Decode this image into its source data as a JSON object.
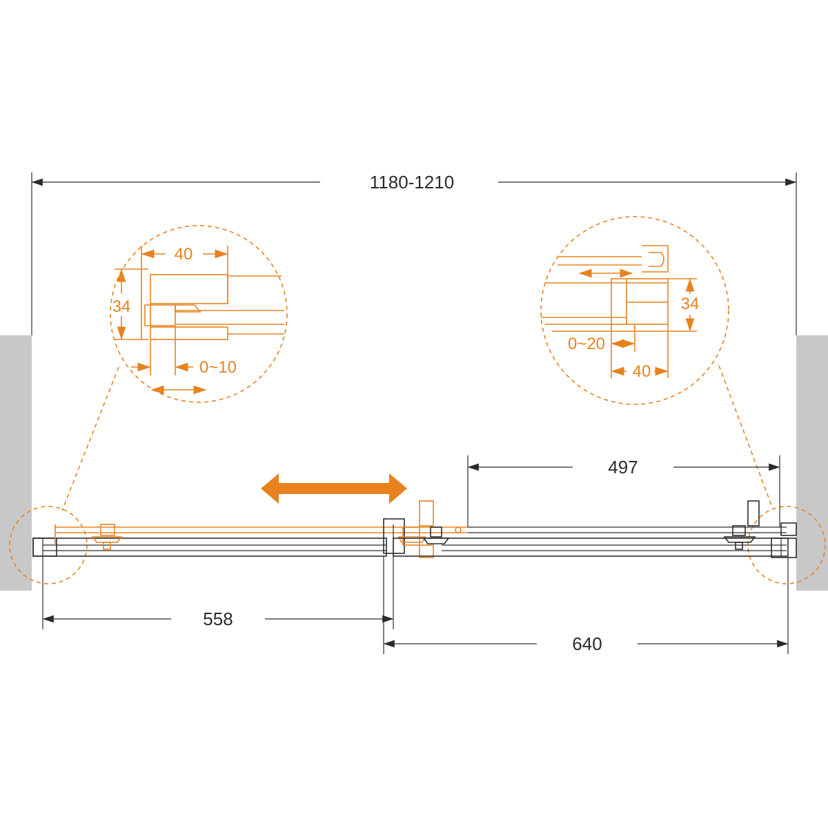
{
  "dimensions": {
    "overall_width": "1180-1210",
    "fixed_panel_width": "558",
    "sliding_door_width": "640",
    "opening_width": "497"
  },
  "detail_left": {
    "profile_width": "40",
    "profile_depth": "34",
    "adjustment_range": "0~10"
  },
  "detail_right": {
    "profile_depth": "34",
    "adjustment_range": "0~20",
    "profile_width": "40"
  },
  "colors": {
    "accent": "#e8821e",
    "line": "#2b2b2b",
    "wall": "#c8c8c8"
  },
  "icons": {
    "slide_direction": "double-arrow-icon"
  }
}
